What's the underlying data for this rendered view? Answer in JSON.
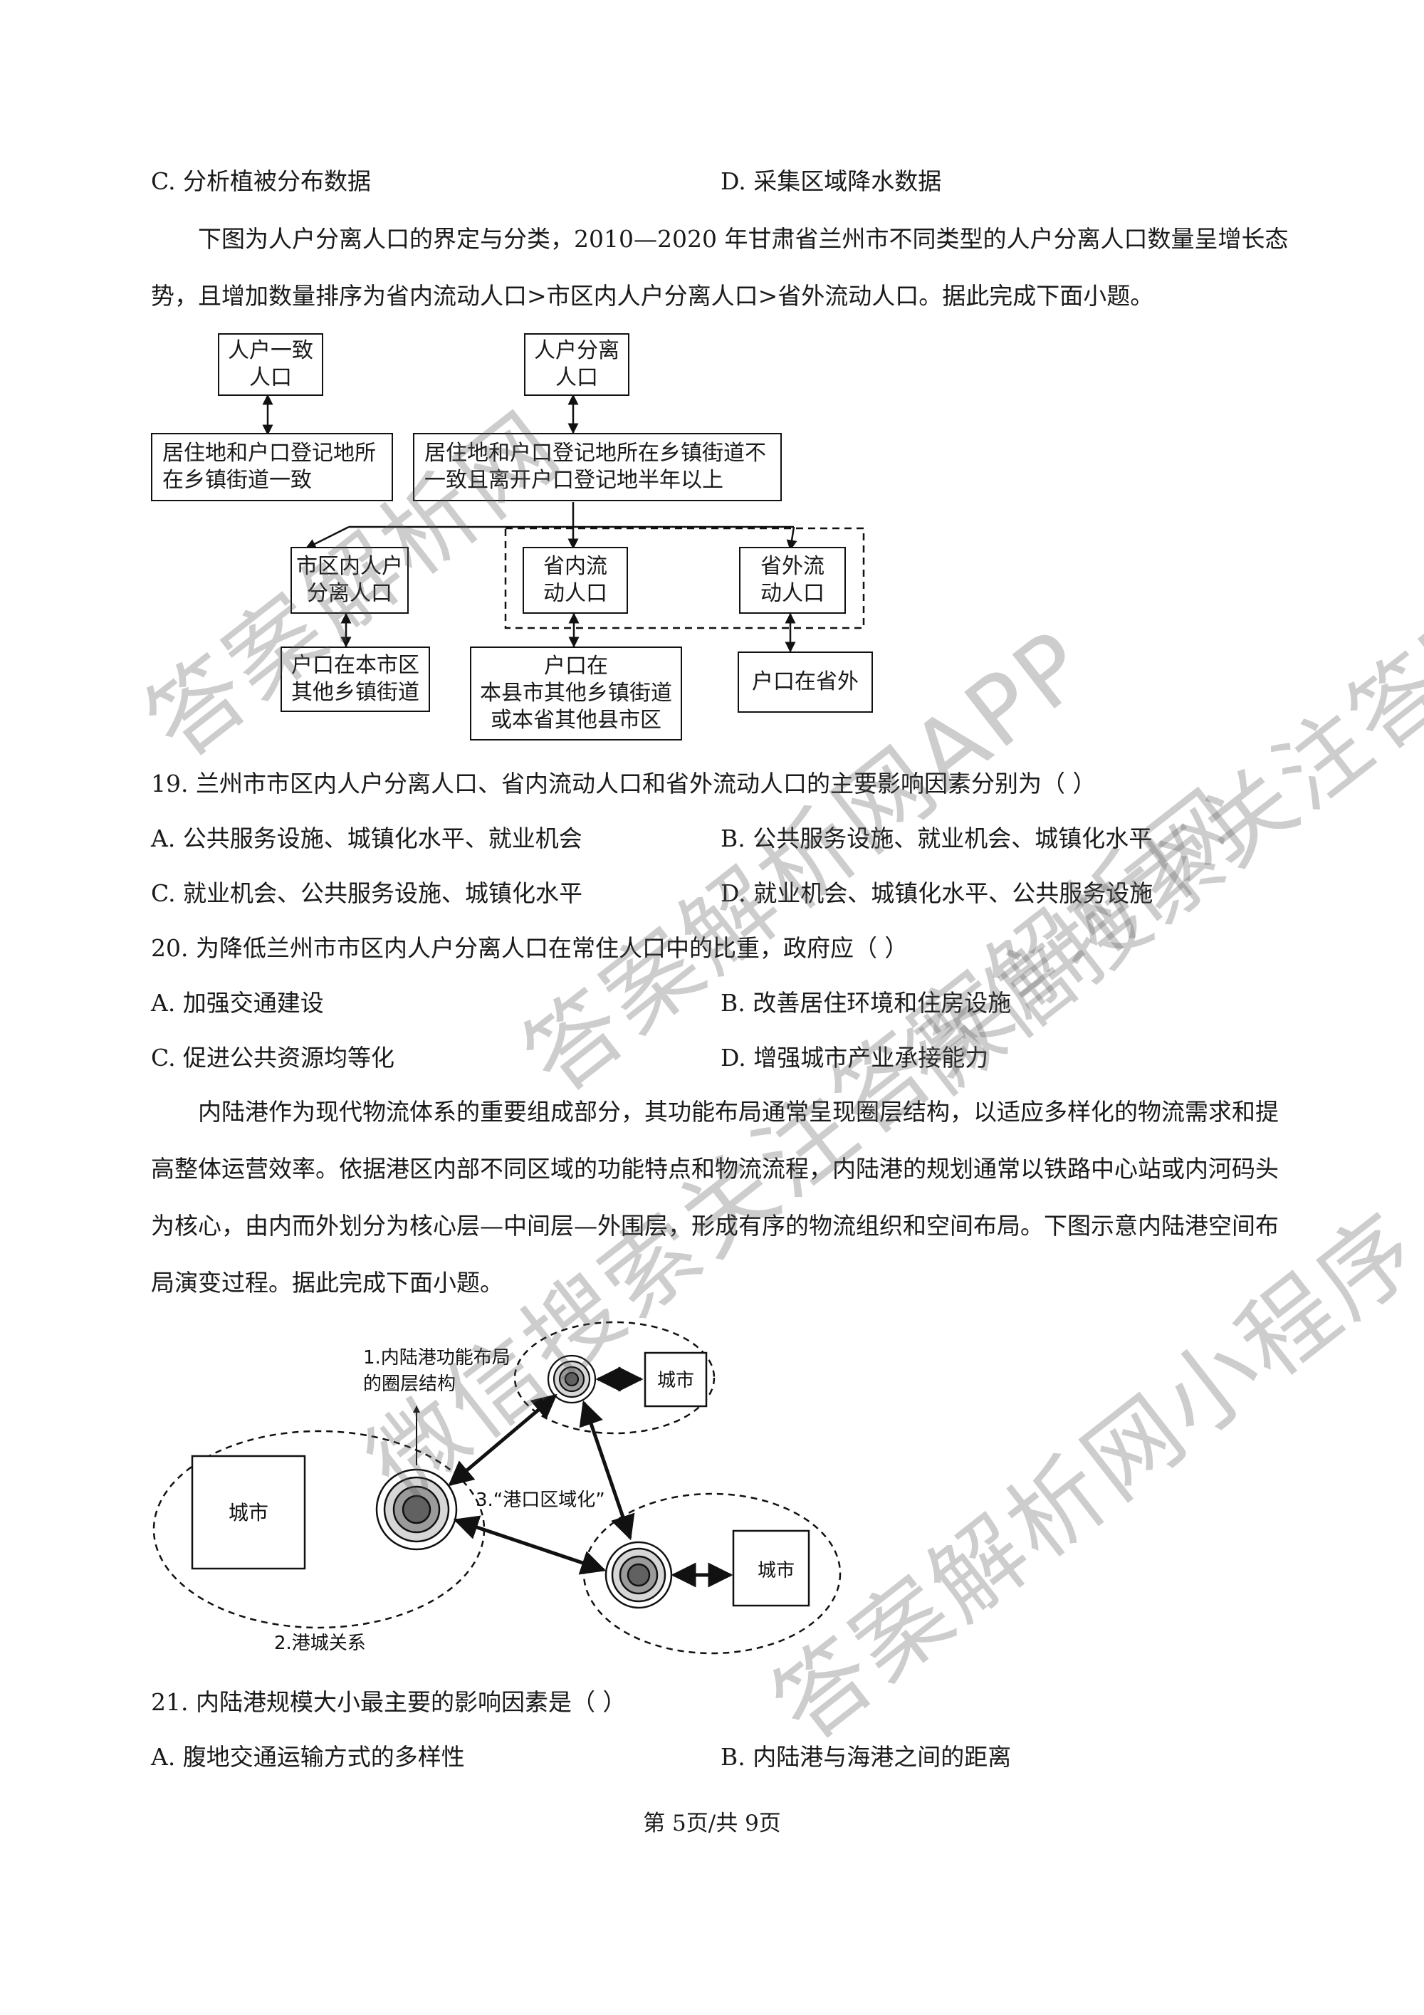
{
  "prev_options": {
    "C": "C.  分析植被分布数据",
    "D": "D.  采集区域降水数据"
  },
  "intro1": "下图为人户分离人口的界定与分类，2010—2020 年甘肃省兰州市不同类型的人户分离人口数量呈增长态势，且增加数量排序为省内流动人口>市区内人户分离人口>省外流动人口。据此完成下面小题。",
  "flowchart": {
    "consistent_top": [
      "人户一致",
      "人口"
    ],
    "separated_top": [
      "人户分离",
      "人口"
    ],
    "consistent_def": [
      "居住地和户口登记地所",
      "在乡镇街道一致"
    ],
    "separated_def": [
      "居住地和户口登记地所在乡镇街道不",
      "一致且离开户口登记地半年以上"
    ],
    "city_internal": [
      "市区内人户",
      "分离人口"
    ],
    "in_province": [
      "省内流",
      "动人口"
    ],
    "out_province": [
      "省外流",
      "动人口"
    ],
    "city_internal_def": [
      "户口在本市区",
      "其他乡镇街道"
    ],
    "in_province_def": [
      "户口在",
      "本县市其他乡镇街道",
      "或本省其他县市区"
    ],
    "out_province_def": [
      "户口在省外"
    ]
  },
  "q19": {
    "stem": "19.  兰州市市区内人户分离人口、省内流动人口和省外流动人口的主要影响因素分别为（      ）",
    "A": "A.  公共服务设施、城镇化水平、就业机会",
    "B": "B.  公共服务设施、就业机会、城镇化水平",
    "C": "C.  就业机会、公共服务设施、城镇化水平",
    "D": "D.  就业机会、城镇化水平、公共服务设施"
  },
  "q20": {
    "stem": "20.  为降低兰州市市区内人户分离人口在常住人口中的比重，政府应（      ）",
    "A": "A.  加强交通建设",
    "B": "B.  改善居住环境和住房设施",
    "C": "C.  促进公共资源均等化",
    "D": "D.  增强城市产业承接能力"
  },
  "intro2": "内陆港作为现代物流体系的重要组成部分，其功能布局通常呈现圈层结构，以适应多样化的物流需求和提高整体运营效率。依据港区内部不同区域的功能特点和物流流程，内陆港的规划通常以铁路中心站或内河码头为核心，由内而外划分为核心层—中间层—外围层，形成有序的物流组织和空间布局。下图示意内陆港空间布局演变过程。据此完成下面小题。",
  "port_diagram": {
    "label1": [
      "1.内陆港功能布局",
      "的圈层结构"
    ],
    "label2": "2.港城关系",
    "label3": "3.“港口区域化”",
    "city_big": "城市",
    "city_top": "城市",
    "city_right": "城市"
  },
  "q21": {
    "stem": "21.  内陆港规模大小最主要的影响因素是（      ）",
    "A": "A.  腹地交通运输方式的多样性",
    "B": "B.  内陆港与海港之间的距离"
  },
  "footer": "第 5页/共 9页",
  "watermarks": [
    "答案解析网",
    "微信搜索关注答案解析网",
    "答案解析网APP",
    "微信搜索关注答案解析网",
    "答案解析网小程序"
  ]
}
